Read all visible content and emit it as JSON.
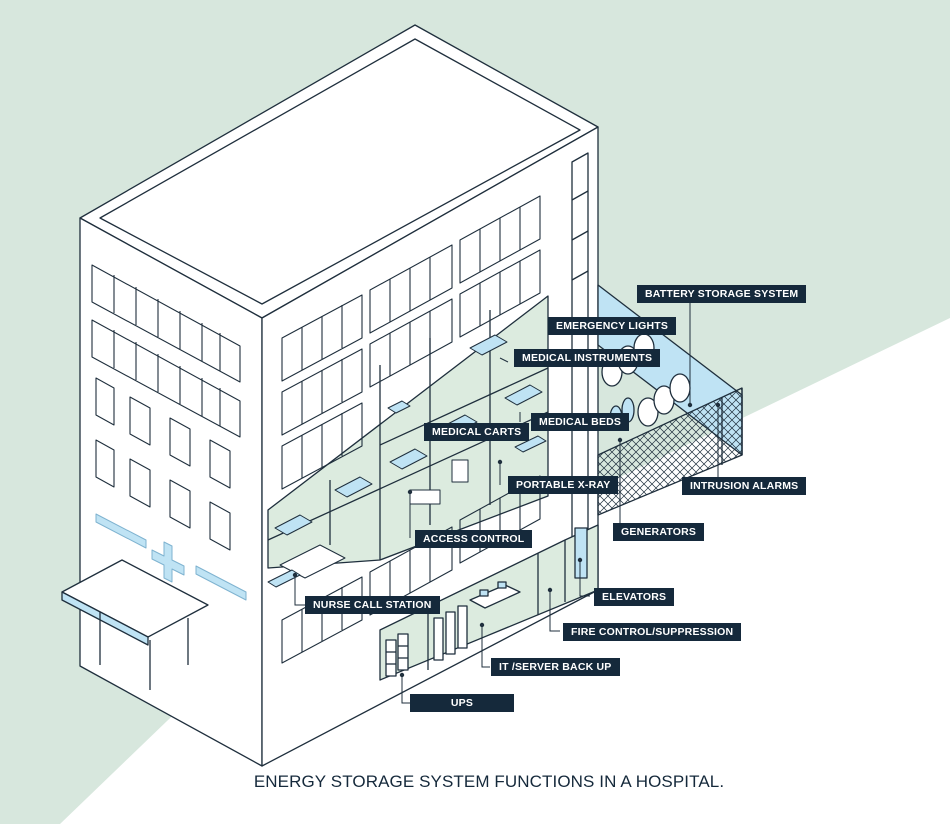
{
  "title": "ENERGY STORAGE SYSTEM FUNCTIONS IN A HOSPITAL.",
  "colors": {
    "background_tint": "#d7e7dd",
    "room_fill": "#dcebdf",
    "accent_blue": "#bfe3f4",
    "label_bg": "#15293b",
    "outline": "#1f2f3d"
  },
  "callouts": {
    "battery_storage_system": "BATTERY STORAGE SYSTEM",
    "emergency_lights": "EMERGENCY LIGHTS",
    "medical_instruments": "MEDICAL INSTRUMENTS",
    "medical_beds": "MEDICAL BEDS",
    "medical_carts": "MEDICAL CARTS",
    "portable_xray": "PORTABLE X-RAY",
    "intrusion_alarms": "INTRUSION ALARMS",
    "generators": "GENERATORS",
    "access_control": "ACCESS CONTROL",
    "elevators": "ELEVATORS",
    "nurse_call_station": "NURSE CALL STATION",
    "fire_control": "FIRE CONTROL/SUPPRESSION",
    "it_server": "IT /SERVER BACK UP",
    "ups": "UPS"
  }
}
